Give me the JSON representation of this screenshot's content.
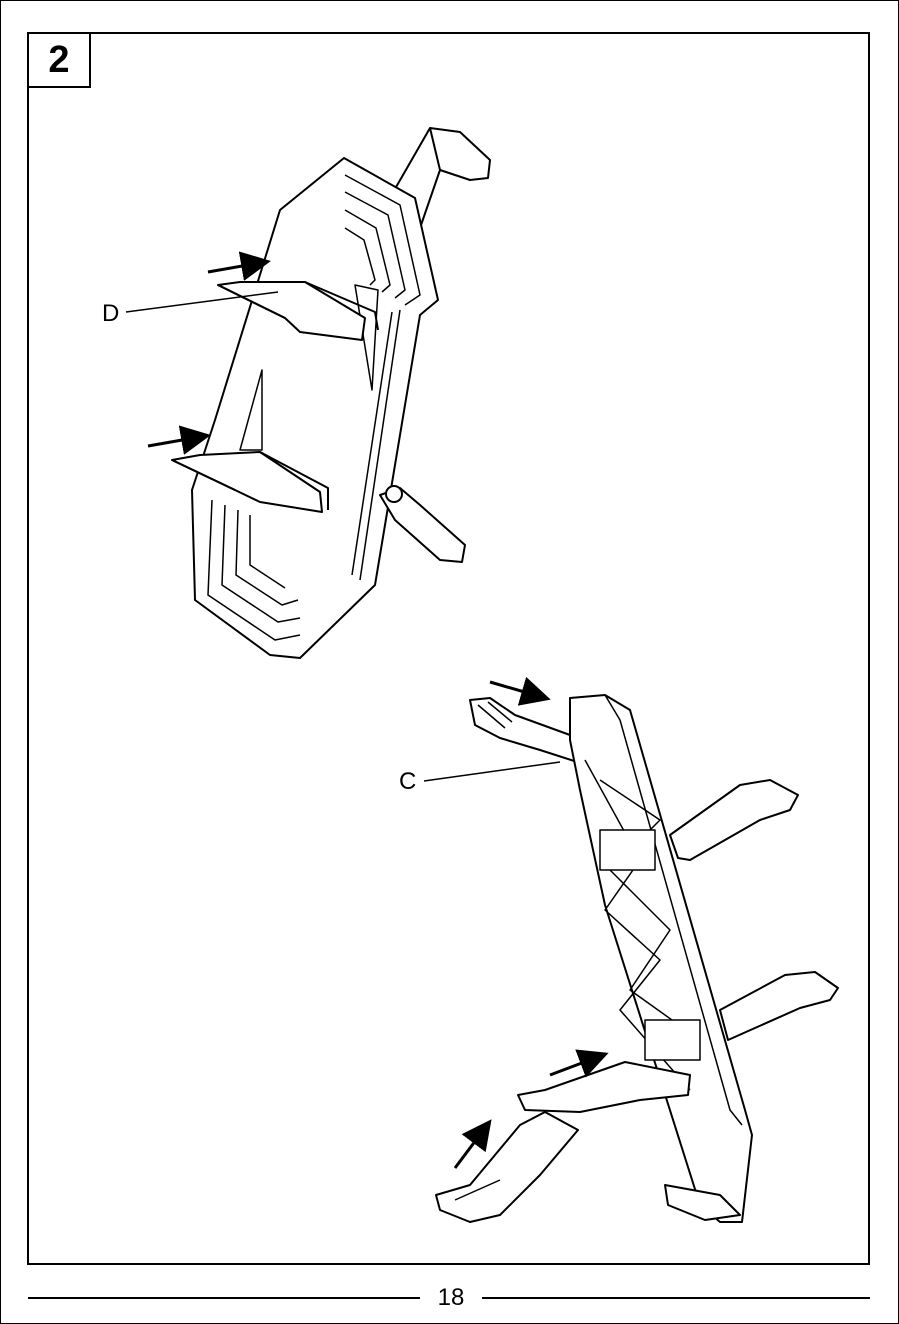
{
  "step": {
    "number": "2"
  },
  "labels": {
    "part_d": "D",
    "part_c": "C"
  },
  "icons": {
    "top_drawing": "phone-holder-front-view",
    "bottom_drawing": "phone-holder-rear-view",
    "arrow": "push-direction-arrow"
  },
  "footer": {
    "page_number": "18"
  }
}
